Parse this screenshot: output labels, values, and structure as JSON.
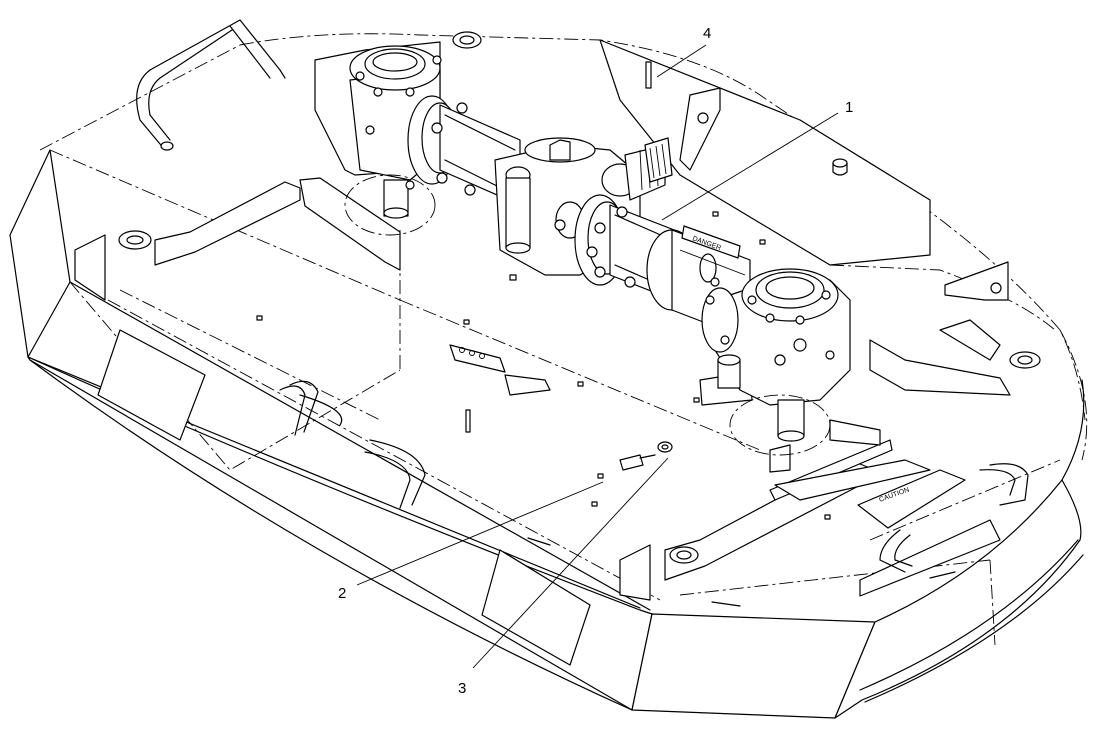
{
  "callouts": [
    {
      "id": "1",
      "label": "1"
    },
    {
      "id": "2",
      "label": "2"
    },
    {
      "id": "3",
      "label": "3"
    },
    {
      "id": "4",
      "label": "4"
    }
  ],
  "decals": {
    "danger": "DANGER",
    "caution": "CAUTION"
  }
}
